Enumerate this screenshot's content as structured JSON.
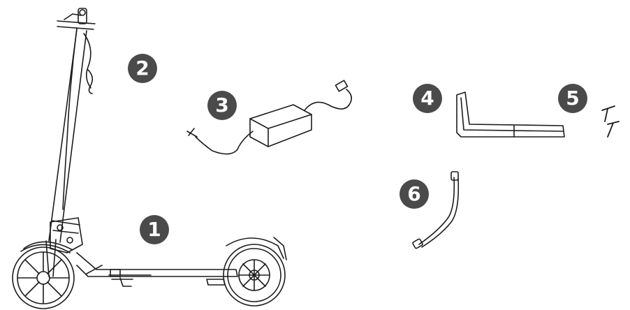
{
  "colors": {
    "badge_fill": "#4a4a4a",
    "badge_text": "#ffffff",
    "line": "#1c1c1c",
    "fill": "#ffffff"
  },
  "items": [
    {
      "number": "1",
      "icon": "scooter-icon"
    },
    {
      "number": "2",
      "icon": "folding-hook-icon"
    },
    {
      "number": "3",
      "icon": "charger-icon"
    },
    {
      "number": "4",
      "icon": "hex-key-icon"
    },
    {
      "number": "5",
      "icon": "screws-icon"
    },
    {
      "number": "6",
      "icon": "cable-icon"
    }
  ]
}
